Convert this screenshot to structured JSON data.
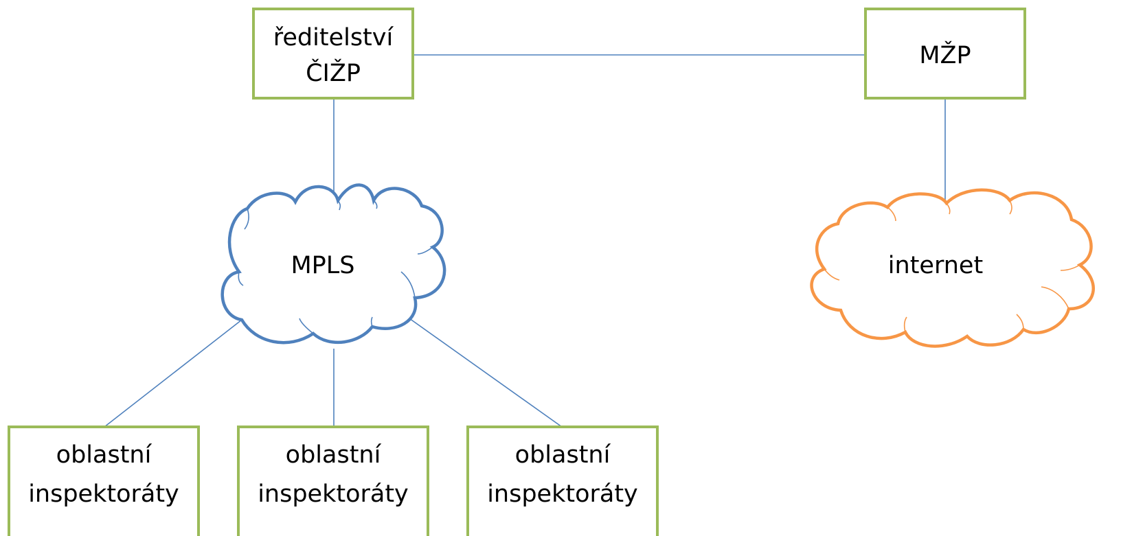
{
  "colors": {
    "box_border": "#9BBB59",
    "link": "#4F81BD",
    "cloud_mpls": "#4F81BD",
    "cloud_internet": "#F79646",
    "text": "#000000",
    "background": "#FFFFFF"
  },
  "nodes": {
    "headquarters": {
      "line1": "ředitelství",
      "line2": "ČIŽP"
    },
    "ministry": {
      "label": "MŽP"
    },
    "mpls": {
      "label": "MPLS"
    },
    "internet": {
      "label": "internet"
    },
    "regional": [
      {
        "line1": "oblastní",
        "line2": "inspektoráty"
      },
      {
        "line1": "oblastní",
        "line2": "inspektoráty"
      },
      {
        "line1": "oblastní",
        "line2": "inspektoráty"
      }
    ]
  }
}
